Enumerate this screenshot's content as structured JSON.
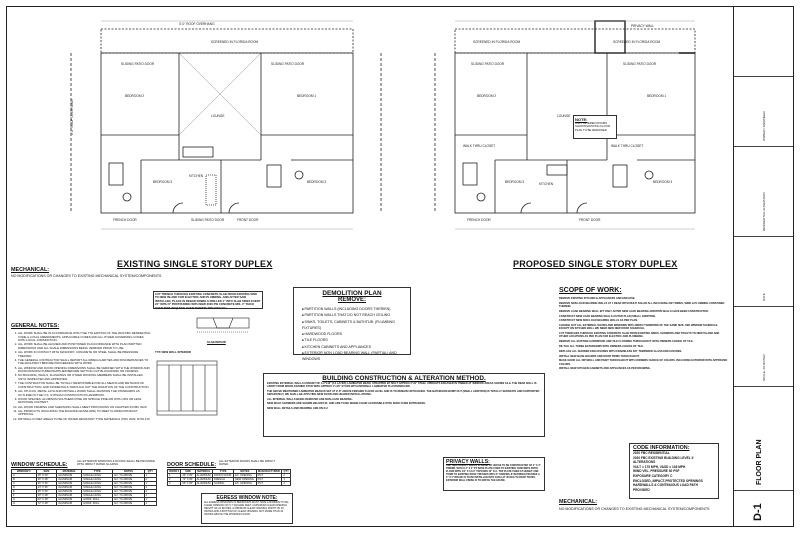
{
  "plans": {
    "existing_title": "EXISTING SINGLE STORY DUPLEX",
    "proposed_title": "PROPOSED SINGLE STORY DUPLEX",
    "existing_labels": [
      "SCREENED IN FLORIDA ROOM",
      "SLIDING PATIO DOOR",
      "SLIDING PATIO DOOR",
      "BEDROOM 2",
      "BEDROOM 1",
      "LOUNGE",
      "BEDROOM 3",
      "BEDROOM 3",
      "KITCHEN",
      "SLIDING PATIO DOOR",
      "FRONT DOOR",
      "FRENCH DOOR",
      "3'-0\" ROOF OVERHANG",
      "2'-0\" ROOF OVERHANG"
    ],
    "proposed_labels": [
      "SCREENED IN FLORIDA ROOM",
      "SCREENED IN FLORIDA ROOM",
      "PRIVACY WALL",
      "SLIDING PATIO DOOR",
      "SLIDING PATIO DOOR",
      "BEDROOM 2",
      "BEDROOM 1",
      "LOUNGE",
      "BEDROOM 3",
      "BEDROOM 3",
      "WALK THRU CLOSET",
      "WALK THRU CLOSET",
      "KITCHEN",
      "FRONT DOOR",
      "FRENCH DOOR"
    ],
    "note_title": "NOTE:",
    "note_text": "ONLY ALTERED ROOMS SHOWN EXISTING FLOOR PLAN TO BE REMAINED"
  },
  "mechanical_top": {
    "title": "MECHANICAL:",
    "text": "NO MODIFICATIONS OR CHANGES TO EXISTING MECHANICAL SYSTEM/COMPONENTS"
  },
  "mechanical_bottom": {
    "title": "MECHANICAL:",
    "text": "NO MODIFICATIONS OR CHANGES TO EXISTING MECHANICAL SYSTEM/COMPONENTS"
  },
  "cut_note": "CUT TRENCH THROUGH EXISTING CONCRETE SLAB FROM EXISTING SINK TO NEW ISLAND FOR ELECTRIC AND PLUMBING, AND AFTER SAID INSTALLED, PLACE IN REBAR DOWELS DRILLED 4\" INTO SLAB SIDES EVERY 24\" WITH 6\" PROTRUDING WITH NEW 3000 PSI CONCRETE MIX. 4\" THICK OVER 6MM VISQUEEN OVER TERMITE TREATED FILL.",
  "slab_repair_label": "SLAB REPAIR",
  "typ_wall_label": "TYP. NEW WALL INTERIOR",
  "general_notes": {
    "title": "GENERAL NOTES:",
    "items": [
      "ALL WORK SHALL BE IN ACCORDANCE WITH THE 7TH EDITION OF THE 2020 FBC RESIDENTIAL CODE & LOCAL AMENDMENTS, APPLICABLE CODES AND ALL OTHER GOVERNING CODES WITH LOCAL JURISDICTION.",
      "ALL WORK SHALL BE ALIGNED AND POSITIONED IN ACCORDANCE WITH PLAN WRITTEN DIMENSIONS AND ALL SCALE DIMENSIONS BEING VERIFIED PRIOR TO USE.",
      "ALL WORK IN CONTACT WITH MASONRY, CONCRETE OR STEEL SHALL BE PRESSURE TREATED.",
      "THE GENERAL CONTRACTOR SHALL REPORT ALL IRREGULARITIES AND DISCREPANCIES TO THE ARCHITECT BEFORE PROCEEDING WITH WORK.",
      "ALL WINDOW AND DOOR OPENING DIMENSIONS SHALL BE VERIFIED WITH THE WINDOW AND DOOR MANUFACTURER/SUPPLIER BEFORE SETTING OUT BLOCKWORK OR FRAMING.",
      "NO BUILDING, WALLS, FLASHINGS OR OTHER ROOFING MEMBERS SHALL BE INSTALLED UNTIL INSPECTED AND APPROVED.",
      "THE CONTRACTOR SHALL BE TOTALLY RESPONSIBLE FOR ALL MEANS AND METHODS OF CONSTRUCTION, AND INCIDENTALS THROUGH OUT THE DURATION OF THE CONSTRUCTION.",
      "ALL STUCCO, METAL LATH AND DRYWALL WORK SHALL MAINTAIN THE STANDARDS AS OUTLINED IN THE U.S. GYPSUM CONSTRUCTION HANDBOOK.",
      "WOOD SPECIES: ALUMINUM SOUTHERN PINE OR SPRUCE PINE-FIR WITH 19% OR LESS MOISTURE CONTENT.",
      "ALL WOOD FRAMING AND SHEATHING SHALL MEET PROVISIONS ON CHAPTER 23 FBC 2020.",
      "ALL PRODUCTS (INCLUDING THE BUILDING ENVELOPE) TO MEET FLORIDA PRODUCT APPROVAL.",
      "DRYWALL IN WET AREAS TO BE OF WATER RESISTANT TYPE MATERIALS (TMC 2020, R702.3.8)"
    ]
  },
  "demolition": {
    "title": "DEMOLITION PLAN",
    "subtitle": "REMOVE:",
    "items": [
      "PARTITION WALLS (INCLUDING DOORS THERIEN)",
      "PARTITION WALLS THAT DO NOT REACH CEILING",
      "SINKS, TOILETS, CABINETS & BATHTUB. (PLUMBING FIXTURES)",
      "HARDWOOD FLOORS",
      "TILE FLOORS",
      "KITCHEN CABINETS AND APPLIANCES",
      "EXTERIOR NON LOAD BEARING WALL (PARTIAL) AND WINDOWS"
    ]
  },
  "alteration": {
    "title": "BUILDING CONSTRUCTION & ALTERATION METHOD.",
    "paragraphs": [
      "EXISTING EXTERNAL WALLS CONSIST OF A 2\"x10\" (1X LAYER) LAMINATED BEAM, STRAPPED BY MULT APPROX 3\"x9\" STEEL UPRIGHTS ENCASED IN TIMBER AT WINDOW AREAS SHOWN AS ■. THE REAR WALL IS APART FROM WOOD-FRAMED STUD WITH APPROX 1\"x16\" STUDS WITH INTERNAL LAMINATED PLASTERBOARD.",
      "THE ABOVE MENTIONED LAMINATED BEAM IS SET AT 9'-8\" ABOVE FINISHED FLOOR LEVEL AND IS TO REMAIN UNTOUCHED. THE BATHROOM BUMP OUT (SMALL ADDITION) IS TOTALLY SEPARATE AND SUPPORTED SEPARATELY, WE SHALL BE APPLYING NEW DOOR AND HEADER INSTALLATIONS.",
      "ALL INTERNAL WALLS BEING REMOVED ARE NON-LOAD BEARING.",
      "NEW WALK SHOWERS ARE SHOWN BELOW FFL AND ARE TO BE WHEELCHAIR ACCESSIBLE WITH ZERO CURB ENTRANCES.",
      "NEW WALL DETAILS AND DRAWING ARE ON D-2"
    ]
  },
  "privacy": {
    "title": "PRIVACY WALLS:",
    "text": "THE TWO PRIVACY WALLS AT REAR OF HOUSE TO BE CONSTRUCTED OF 2\" X 4\" TIMBER, WITH A 2\" X 4\" PT BASE PLATE FIXED TO EXISTING CONCRETE PATIO FLOOR WITH 1/4\" X 3 1/4\" TAPCONS 16\" O.C. TOP PLATE FIXED AT HEIGHT AND TOWN TO EXISTING ROOF TRUSSES WITH 6\" SCREWS, 8' BETWEEN TRUSSES A 2\" X 4\" BRACE IS TO BE INSTALLED INTO FACIA AT 45 DEG TO ROOF TRUSS, EXTERIOR WALL FINISH IS TO MATCH THE HOUSE."
  },
  "scope": {
    "title": "SCOPE OF WORK:",
    "items": [
      "REMOVE EXISTING KITCHEN & APPLIANCES AND ENCLOSE",
      "REMOVE NON LOAD BEARING WALLS AT 1 REAR WITH MULTI SOLAR ALL INCLUDING ANY WIRES, WIRE & PLUMBING CONTAINED THEREIN.",
      "REMOVE LOAD BEARING WALL 9FT ONLY AFTER NEW LOAD BEARING ADDITION WALLS HAVE BEEN CONSTRUCTED.",
      "CONSTRUCT NEW LOAD BEARING WALLS AS PER PLAN (SMALL ADDITION).",
      "CONSTRUCT NEW NON LOAD BEARING WALLS AS PER PLAN.",
      "CHANGE OUT ALL EXTERNAL DOORS AND WINDOWS WITH IMPACT WINDOWS OF THE SAME SIZE. SEE WINDOW SCHEDULE. EXCEPT ON KITCHEN WALL WE NEED NEW NEW DOOR SCHEDULE.",
      "CUT TRENCHES THROUGH EXISTING CONCRETE SLAB FROM EXISTING SINKS, SHOWERS AND TOILETS TO NEW ISLAND AND OTHER LOCATIONS AS PER PLAN FOR ELECTRIC AND PLUMBING.",
      "REMOVE ALL EXISTING HARDWOOD AND TILE FLOORING THROUGHOUT WITH OWNERS CHOICE OF TILE.",
      "RE-TILE ALL THREE BATHROOMS WITH OWNERS CHOICE OF TILE.",
      "REPLACE ALL SHOWER ENCLOSURES WITH FRAMELESS 3/8\" TEMPERED GLASS ENCLOSURES.",
      "INSTALL NEW BASE BOARDS AND DOOR TRIMS THROUGHOUT.",
      "MAKE GOOD ALL DRYWALL AND PAINT THROUGHOUT WITH OWNERS CHOICE OF COLORS, INCLUDING EXTERIOR WITH APPROVED COLORS.",
      "INSTALL NEW KITCHEN CABINETS AND APPLIANCES AS PER DRAWING."
    ]
  },
  "code_info": {
    "title": "CODE INFORMATION:",
    "items": [
      "2020 FBC RESIDENTIAL",
      "2020 FBC EXISTING BUILDING LEVEL II ALTERATIONS",
      "VULT = 175 MPH, VASD = 136 MPH",
      "WIND VEL. PRESSURE 30 PSF",
      "EXPOSURE CATEGORY C",
      "ENCLOSED, IMPACT-PROTECTED OPENINGS",
      "HARDWALLS & CONTINUOUS LOAD PATH PROVIDED"
    ]
  },
  "window_schedule": {
    "title": "WINDOW SCHEDULE:",
    "note": "ALL EXTERIOR WINDOWS & DOORS SHALL BE PROVIDED WITH IMPACT RATED GLAZING",
    "headers": [
      "WINDOW #",
      "SIZE",
      "MATERIAL",
      "TYPE",
      "NOTES",
      "QTY"
    ],
    "rows": [
      [
        "A",
        "48\" X 60\"",
        "ALUMINUM",
        "SINGLE HUNG",
        "EX. TO ABOVE",
        "1"
      ],
      [
        "B",
        "36\" X 48\"",
        "ALUMINUM",
        "SINGLE HUNG",
        "EX. TO ABOVE",
        "2"
      ],
      [
        "C",
        "36\" X 36\"",
        "ALUMINUM",
        "SINGLE HUNG",
        "EX. TO ABOVE",
        "1"
      ],
      [
        "D",
        "24\" X 36\"",
        "ALUMINUM",
        "SINGLE HUNG",
        "EX. TO ABOVE",
        "3"
      ],
      [
        "E",
        "36\" X 60\"",
        "ALUMINUM",
        "SINGLE HUNG",
        "EX. TO ABOVE",
        "2"
      ],
      [
        "F",
        "30\" X 48\"",
        "ALUMINUM",
        "SINGLE HUNG",
        "EX. TO ABOVE",
        "1"
      ],
      [
        "G",
        "60\" X 48\"",
        "ALUMINUM",
        "HORIZ. ROLL",
        "EX. TO ABOVE",
        "1"
      ],
      [
        "H",
        "72\" X 48\"",
        "ALUMINUM",
        "HORIZ. ROLL",
        "EX. TO ABOVE",
        "1"
      ]
    ]
  },
  "door_schedule": {
    "title": "DOOR SCHEDULE:",
    "note": "ALL EXTERIOR DOORS SHALL BE IMPACT RATED",
    "headers": [
      "DOOR #",
      "SIZE",
      "MATERIAL",
      "TYPE",
      "NOTES",
      "MANUFACTURER",
      "QTY"
    ],
    "rows": [
      [
        "1",
        "36\" X 80\"",
        "ALUMINUM",
        "FRONT DOOR",
        "EX. OPENING",
        "PGT",
        "2"
      ],
      [
        "2",
        "72\" X 80\"",
        "ALUMINUM",
        "FRENCH",
        "NEW OPENING",
        "PGT",
        "1"
      ],
      [
        "3",
        "96\" X 80\"",
        "ALUMINUM",
        "SLIDING",
        "EX. OPENING",
        "PGT",
        "2"
      ]
    ]
  },
  "egress": {
    "title": "EGRESS WINDOW NOTE:",
    "text": "ALL EGRESS WINDOWS IN BEDROOMS MUST HAVE A MINIMUM TOTAL CLEAR OPENING OF 5.7 SQUARE FEET, A MINIMUM CLEAR OPENING HEIGHT OF 24 INCHES, A MINIMUM CLEAR OPENING WIDTH OF 20 INCHES AND A BOTTOM OF CLEAR OPENING NOT MORE THAN 44 INCHES ABOVE THE FINISHED FLOOR."
  },
  "title_block": {
    "sheet_title": "FLOOR PLAN",
    "sheet_number": "D-1",
    "project": "RESIDENTIAL ALTERATION",
    "owner_label": "OWNER / ENGINEER",
    "date_label": "DATE",
    "scale_label": "SCALE: AS NOTED"
  }
}
